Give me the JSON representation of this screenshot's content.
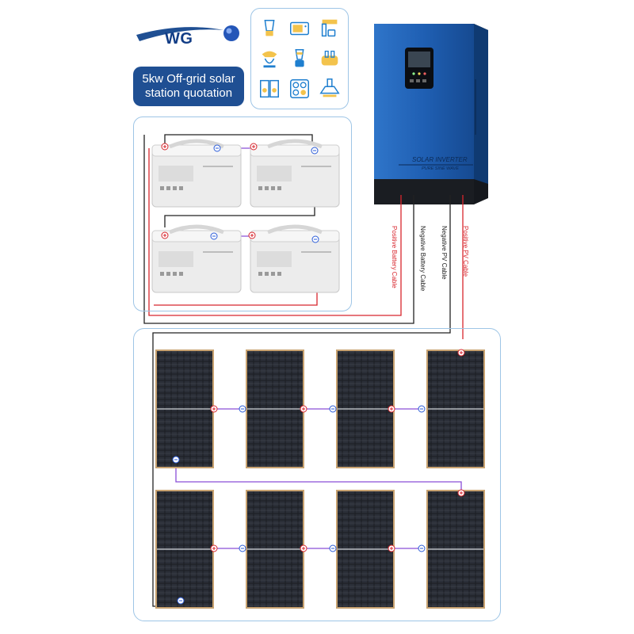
{
  "brand": {
    "logo_text": "WG",
    "color": "#1f4f93"
  },
  "title": {
    "line1": "5kw Off-grid solar",
    "line2": "station quotation"
  },
  "appliances": [
    "blender-icon",
    "microwave-icon",
    "coffee-maker-icon",
    "stand-mixer-icon",
    "juicer-icon",
    "toaster-icon",
    "washing-machine-icon",
    "induction-cooktop-icon",
    "range-hood-icon"
  ],
  "inverter": {
    "label_main": "SOLAR  INVERTER",
    "label_sub": "PURE SINE WAVE",
    "body_color": "#1f5fb3"
  },
  "cables": {
    "positive_battery": "Positive Battery Cable",
    "negative_battery": "Negative Battery Cable",
    "negative_pv": "Negative PV Cable",
    "positive_pv": "Positive PV Cable"
  },
  "colors": {
    "positive": "#d8262d",
    "negative": "#222222",
    "pv_link": "#8a4fd8",
    "frame": "#9ec5e6"
  }
}
